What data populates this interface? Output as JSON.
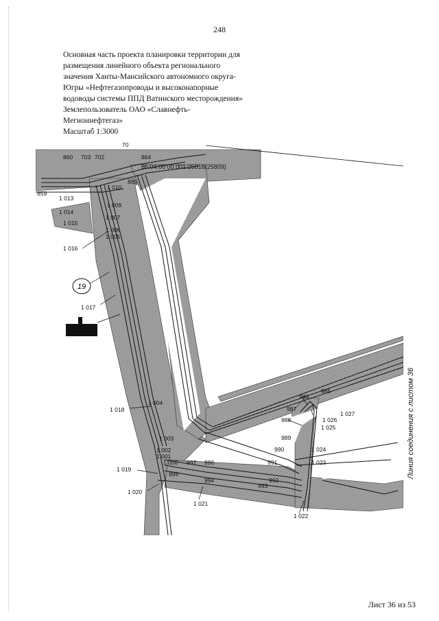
{
  "page_number": "248",
  "header_lines": [
    "Основная часть проекта планировки территории для",
    "размещения линейного объекта регионального",
    "значения Ханты-Мансийского автономного округа-",
    "Югры «Нефтегазопроводы и высоконапорные",
    "водоводы системы ППД Ватинского месторождения»",
    "Землепользователь ОАО «Славнефть-",
    "Мегионнефтегаз»",
    "Масштаб 1:3000"
  ],
  "map": {
    "cadastral_label": "86:04:00 00 001:25818(25809)",
    "circle_label": "19",
    "point_labels": [
      {
        "id": "p-859",
        "text": "859"
      },
      {
        "id": "p-860",
        "text": "860"
      },
      {
        "id": "p-703",
        "text": "703"
      },
      {
        "id": "p-702",
        "text": "702"
      },
      {
        "id": "p-70",
        "text": "70"
      },
      {
        "id": "p-864",
        "text": "864"
      },
      {
        "id": "p-865",
        "text": "865"
      },
      {
        "id": "p-1010",
        "text": "1 010"
      },
      {
        "id": "p-1013",
        "text": "1 013"
      },
      {
        "id": "p-1009",
        "text": "1 009"
      },
      {
        "id": "p-1014",
        "text": "1 014"
      },
      {
        "id": "p-1007",
        "text": "1 007"
      },
      {
        "id": "p-1015",
        "text": "1 015"
      },
      {
        "id": "p-1006",
        "text": "1 006"
      },
      {
        "id": "p-1005",
        "text": "1 005"
      },
      {
        "id": "p-1016",
        "text": "1 016"
      },
      {
        "id": "p-1017",
        "text": "1 017"
      },
      {
        "id": "p-1018",
        "text": "1 018"
      },
      {
        "id": "p-1004",
        "text": "1 004"
      },
      {
        "id": "p-1003",
        "text": "1 003"
      },
      {
        "id": "p-1002",
        "text": "1 002"
      },
      {
        "id": "p-1001",
        "text": "1 001"
      },
      {
        "id": "p-1000",
        "text": "1 000"
      },
      {
        "id": "p-1019",
        "text": "1 019"
      },
      {
        "id": "p-999",
        "text": "999"
      },
      {
        "id": "p-1020",
        "text": "1 020"
      },
      {
        "id": "p-997",
        "text": "997"
      },
      {
        "id": "p-996",
        "text": "996"
      },
      {
        "id": "p-994",
        "text": "994"
      },
      {
        "id": "p-1021",
        "text": "1 021"
      },
      {
        "id": "p-993",
        "text": "993"
      },
      {
        "id": "p-992",
        "text": "992"
      },
      {
        "id": "p-991",
        "text": "991"
      },
      {
        "id": "p-990",
        "text": "990"
      },
      {
        "id": "p-989",
        "text": "989"
      },
      {
        "id": "p-988",
        "text": "988"
      },
      {
        "id": "p-987",
        "text": "987"
      },
      {
        "id": "p-986",
        "text": "986"
      },
      {
        "id": "p-985",
        "text": "985"
      },
      {
        "id": "p-1026",
        "text": "1 026"
      },
      {
        "id": "p-1027",
        "text": "1 027"
      },
      {
        "id": "p-1025",
        "text": "1 025"
      },
      {
        "id": "p-1024",
        "text": "1 024"
      },
      {
        "id": "p-1023",
        "text": "1 023"
      },
      {
        "id": "p-1022",
        "text": "1 022"
      }
    ]
  },
  "vertical_note": "Линия соединения с листом 36",
  "sheet_footer": "Лист 36 из 53",
  "colors": {
    "hatch_fill": "#9e9e9e",
    "line": "#111111"
  }
}
